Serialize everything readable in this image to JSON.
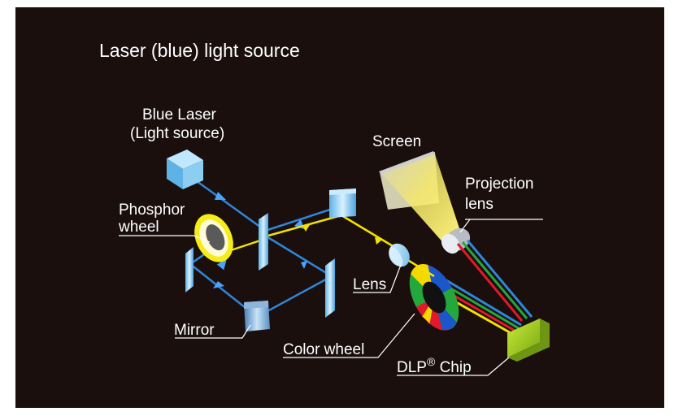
{
  "title": "Laser (blue) light source",
  "labels": {
    "blue_laser_line1": "Blue Laser",
    "blue_laser_line2": "(Light source)",
    "phosphor_line1": "Phosphor",
    "phosphor_line2": "wheel",
    "mirror": "Mirror",
    "screen": "Screen",
    "projection_line1": "Projection",
    "projection_line2": "lens",
    "lens": "Lens",
    "color_wheel": "Color wheel",
    "dlp_chip": "DLP",
    "dlp_chip_suffix": " Chip",
    "registered_mark": "®"
  },
  "colors": {
    "background": "#1b0f0e",
    "blue_beam": "#2f86d9",
    "yellow_beam": "#f2e200",
    "glass": "#8ccdf2",
    "chip": "#9ccf1a",
    "wheel_red": "#e1192b",
    "wheel_green": "#23a83c",
    "wheel_blue": "#1b57c9",
    "wheel_yellow": "#f5d800"
  }
}
